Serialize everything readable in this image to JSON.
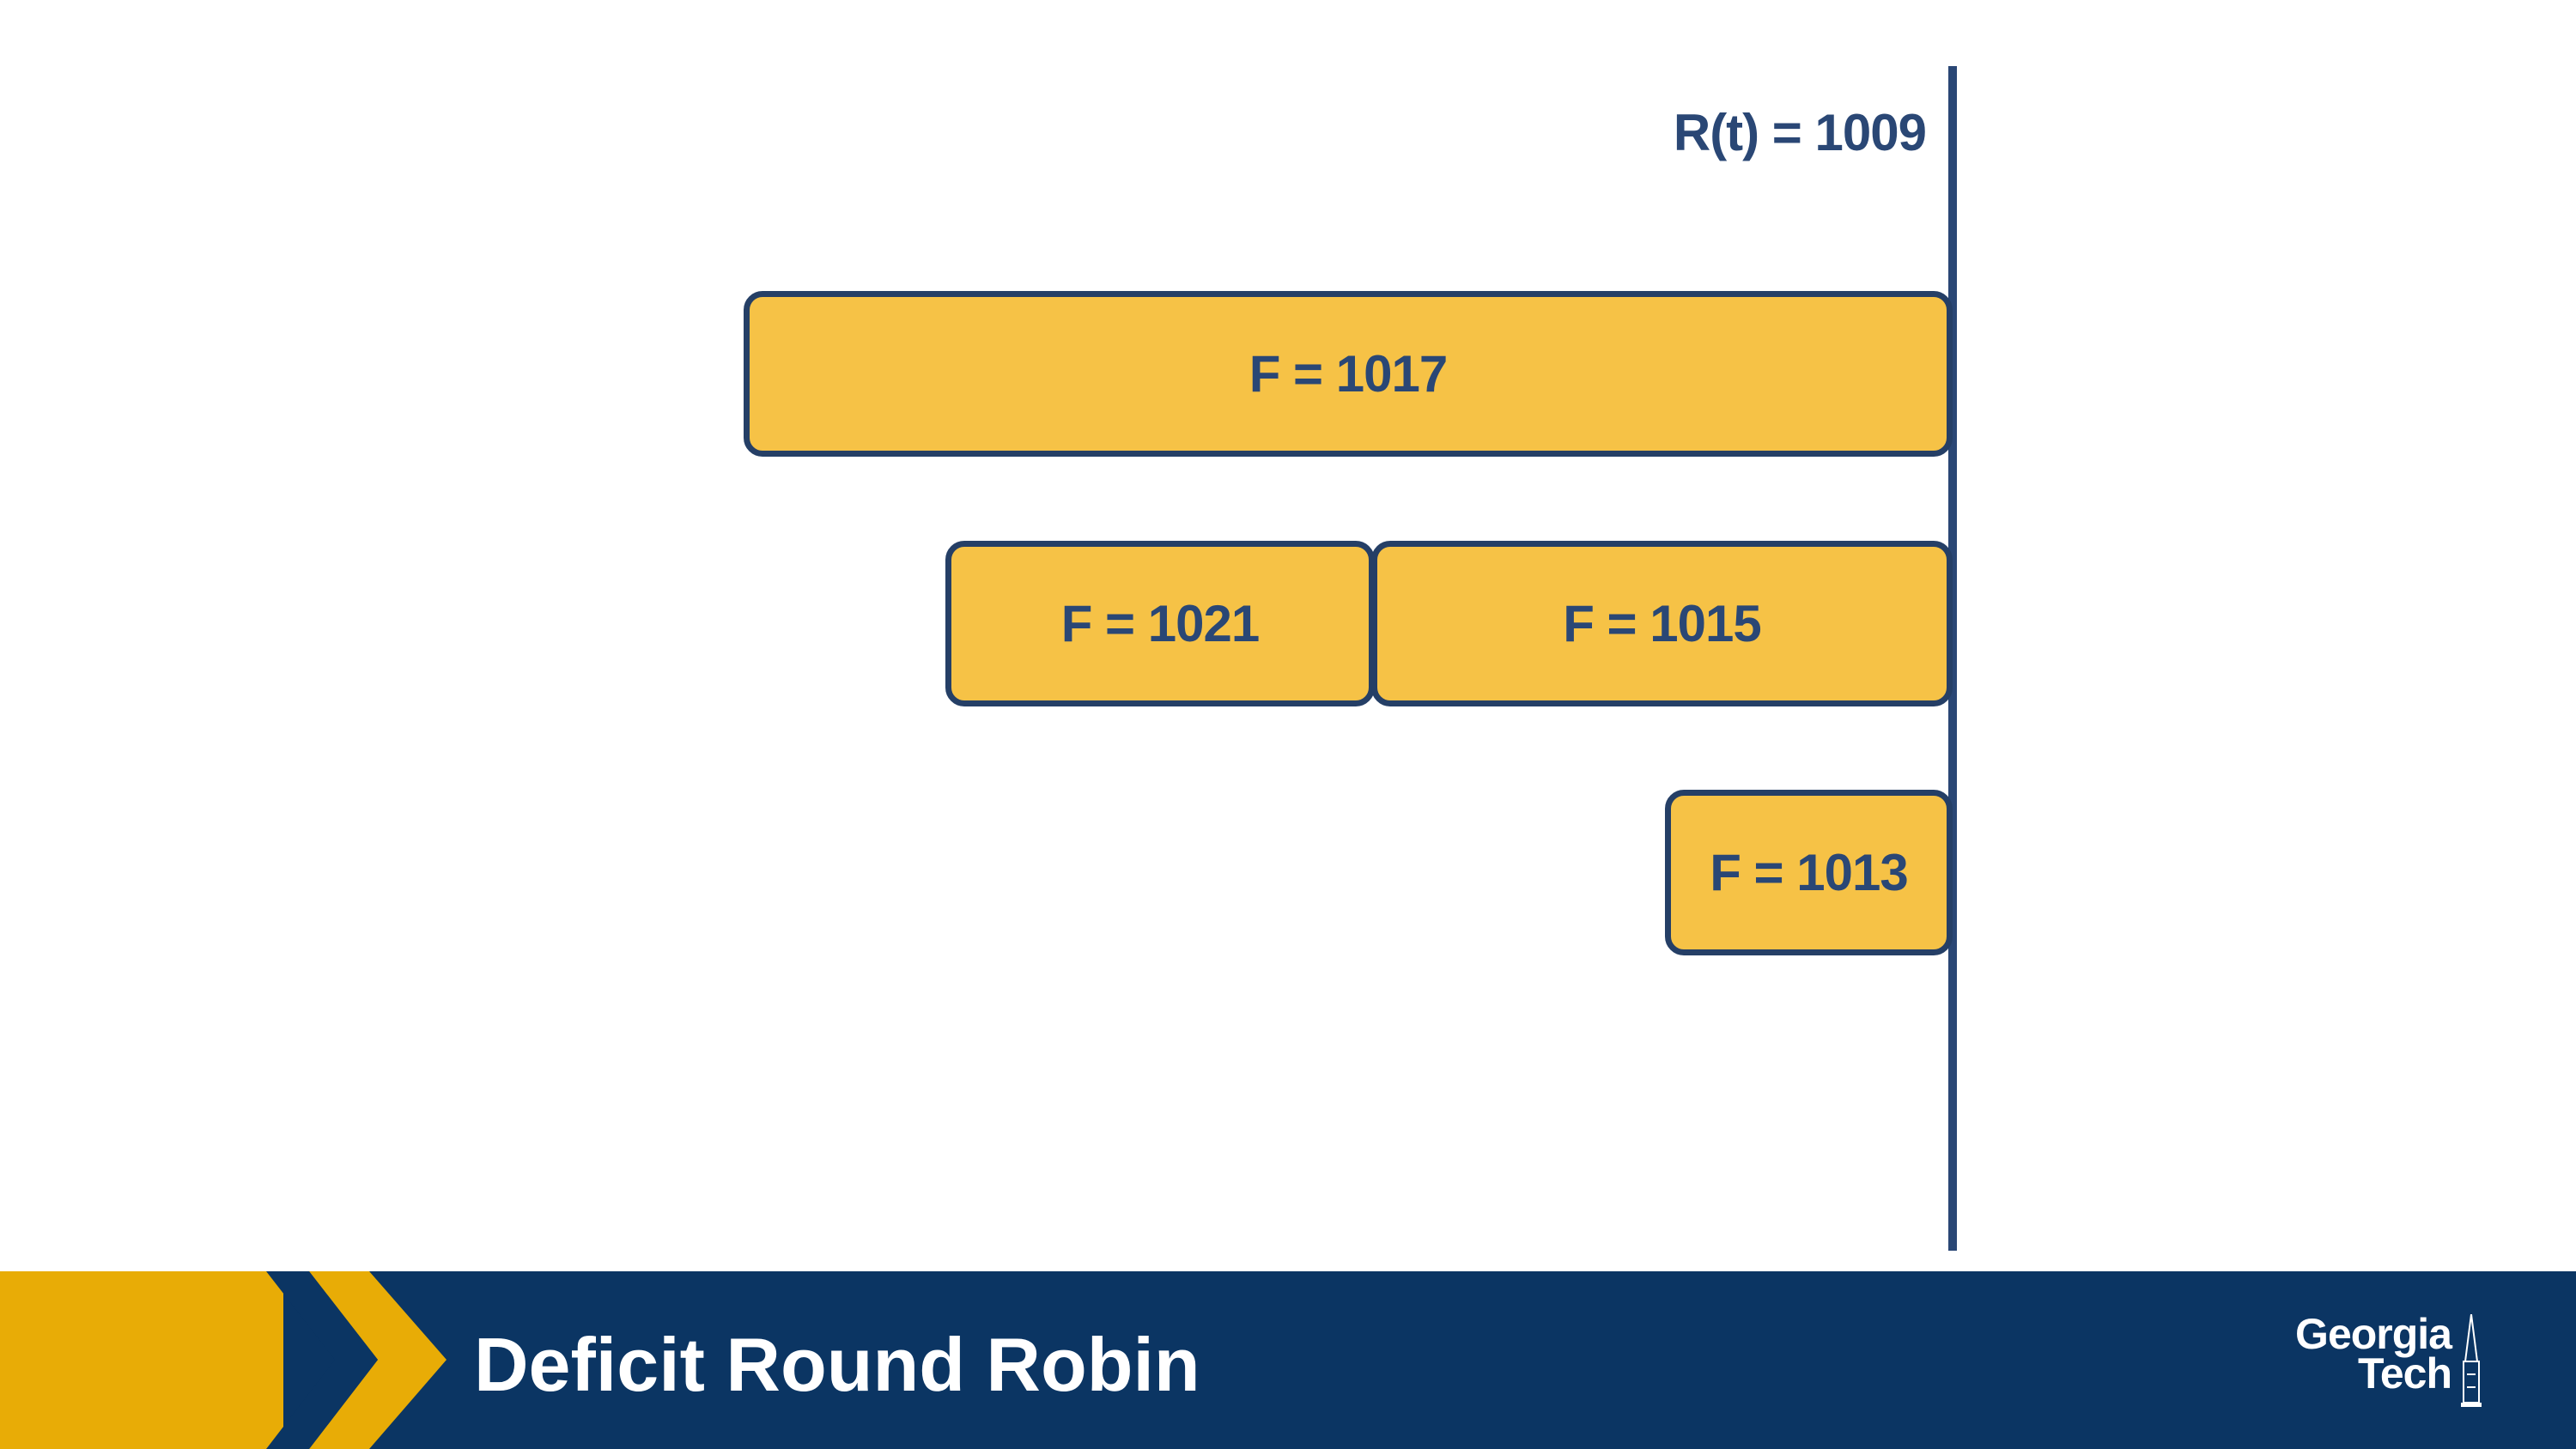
{
  "diagram": {
    "round_label": "R(t) = 1009",
    "packets": [
      {
        "id": "pkt-1017",
        "label": "F = 1017"
      },
      {
        "id": "pkt-1021",
        "label": "F = 1021"
      },
      {
        "id": "pkt-1015",
        "label": "F = 1015"
      },
      {
        "id": "pkt-1013",
        "label": "F = 1013"
      }
    ]
  },
  "footer": {
    "title": "Deficit Round Robin",
    "logo_line1": "Georgia",
    "logo_line2": "Tech"
  },
  "colors": {
    "packet_fill": "#f6c246",
    "packet_border": "#253f66",
    "text_navy": "#2a4775",
    "footer_bg": "#0b3563",
    "footer_gold": "#e8ac06"
  }
}
